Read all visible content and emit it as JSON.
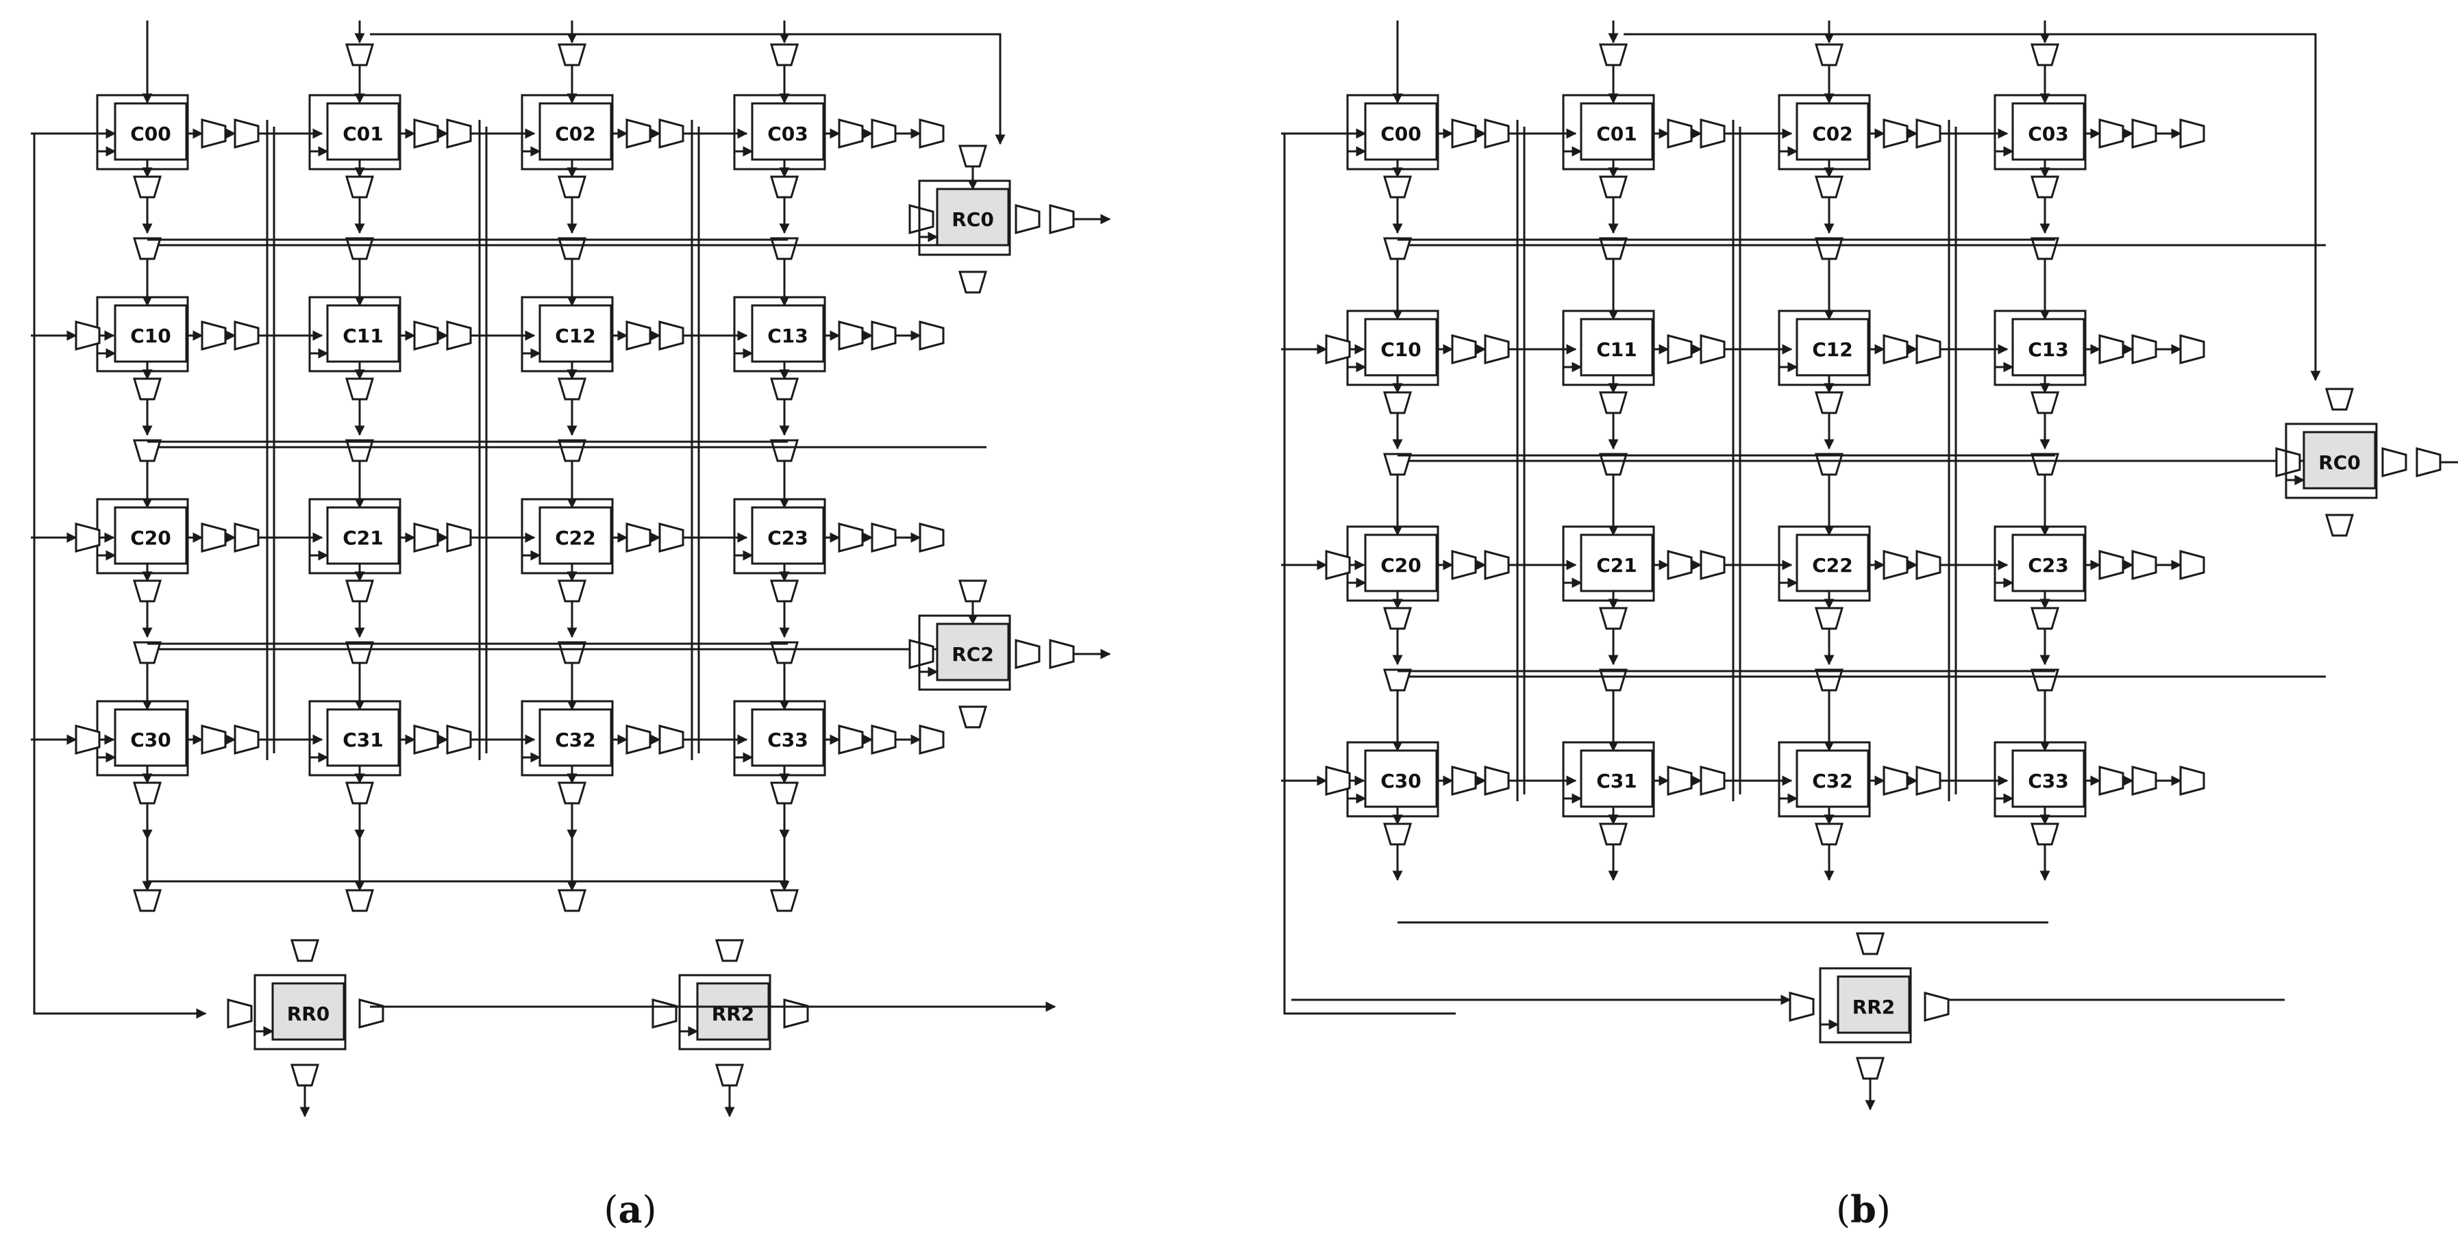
{
  "panels": [
    {
      "caption_open": "(",
      "caption_letter": "a",
      "caption_close": ")",
      "grid_cells": [
        [
          "C00",
          "C01",
          "C02",
          "C03"
        ],
        [
          "C10",
          "C11",
          "C12",
          "C13"
        ],
        [
          "C20",
          "C21",
          "C22",
          "C23"
        ],
        [
          "C30",
          "C31",
          "C32",
          "C33"
        ]
      ],
      "row_result_cells": [
        "RC0",
        "RC2"
      ],
      "column_result_cells": [
        "RR0",
        "RR2"
      ]
    },
    {
      "caption_open": "(",
      "caption_letter": "b",
      "caption_close": ")",
      "grid_cells": [
        [
          "C00",
          "C01",
          "C02",
          "C03"
        ],
        [
          "C10",
          "C11",
          "C12",
          "C13"
        ],
        [
          "C20",
          "C21",
          "C22",
          "C23"
        ],
        [
          "C30",
          "C31",
          "C32",
          "C33"
        ]
      ],
      "row_result_cells": [
        "RC0"
      ],
      "column_result_cells": [
        "RR2"
      ]
    }
  ],
  "colors": {
    "stroke": "#1a1a1a",
    "result_cell_fill": "#e0e0e0",
    "background": "#ffffff"
  }
}
